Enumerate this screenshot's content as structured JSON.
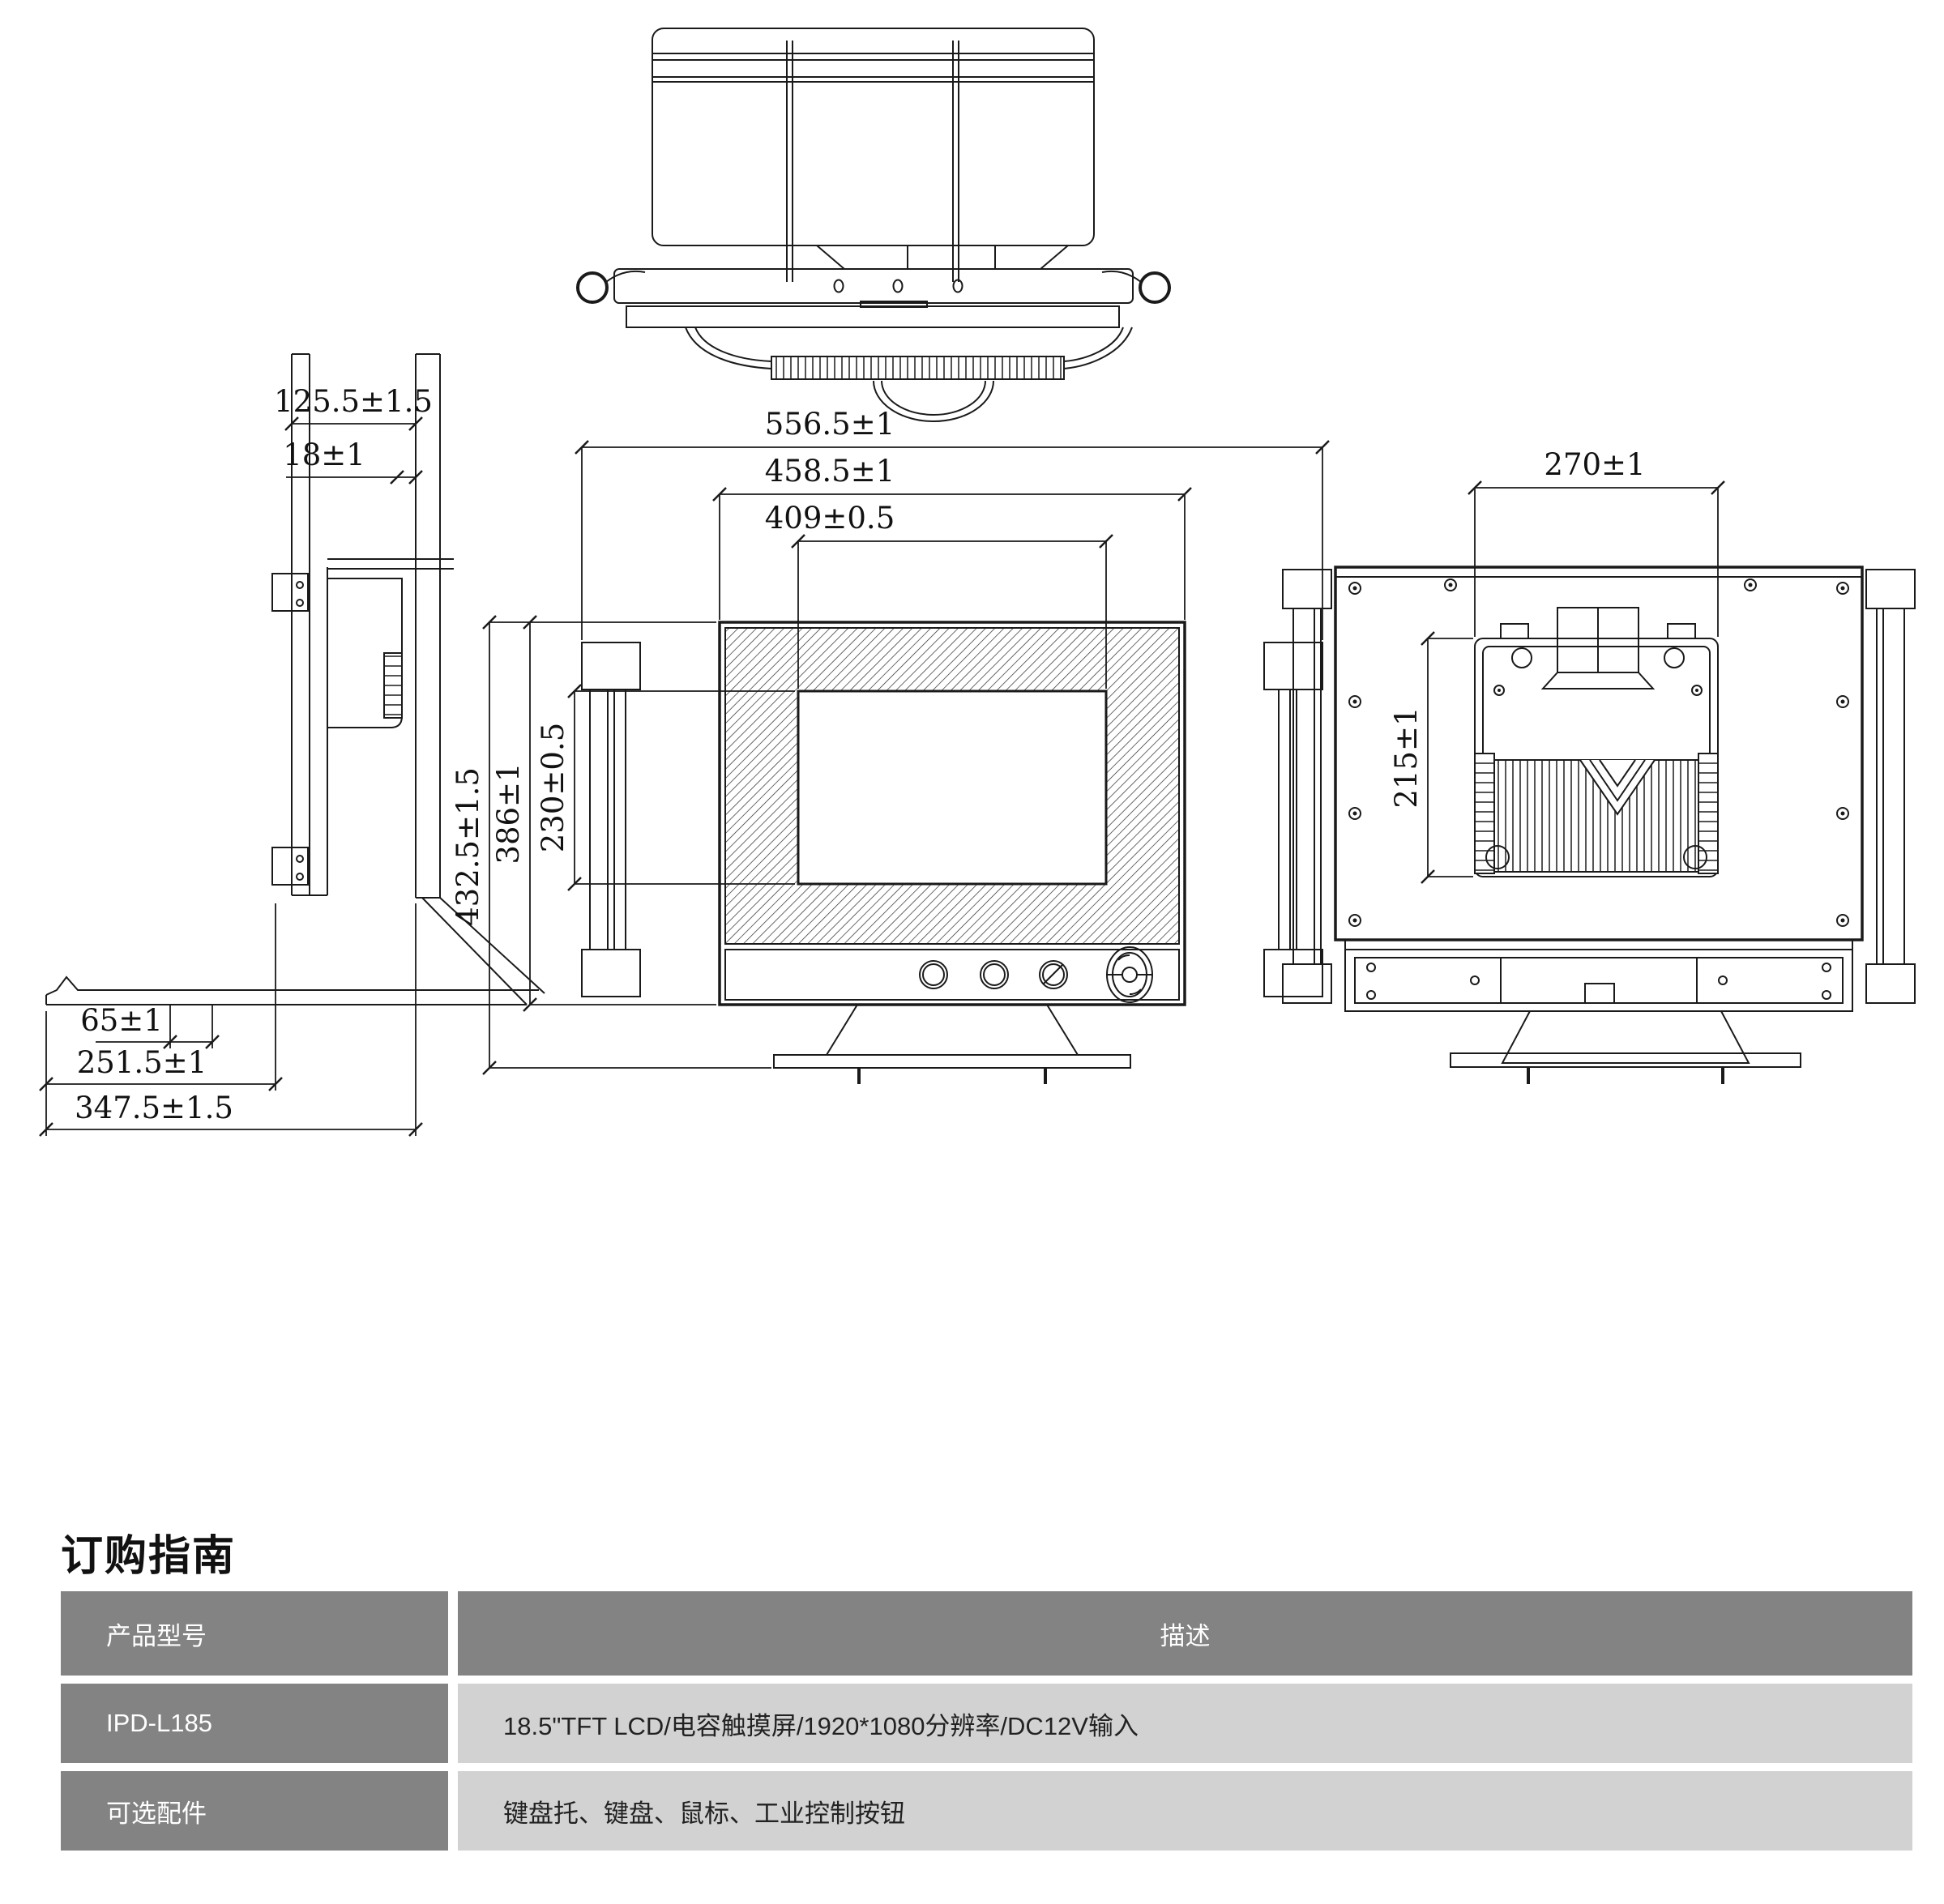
{
  "section_title": "订购指南",
  "diagram": {
    "front_view": {
      "dims": {
        "outer_width": "556.5±1",
        "bracket_width": "458.5±1",
        "screen_width": "409±0.5",
        "total_height": "432.5±1.5",
        "body_height": "386±1",
        "screen_height": "230±0.5"
      }
    },
    "side_view": {
      "dims": {
        "head_depth": "125.5±1.5",
        "panel_offset": "18±1",
        "tray_inset": "65±1",
        "tray_depth": "251.5±1",
        "total_depth": "347.5±1.5"
      }
    },
    "rear_view": {
      "dims": {
        "mount_width": "270±1",
        "mount_height": "215±1"
      }
    }
  },
  "order_table": {
    "headers": {
      "model": "产品型号",
      "description": "描述"
    },
    "rows": [
      {
        "model": "IPD-L185",
        "description": "18.5\"TFT LCD/电容触摸屏/1920*1080分辨率/DC12V输入"
      },
      {
        "model": "可选配件",
        "description": "键盘托、键盘、鼠标、工业控制按钮"
      }
    ]
  },
  "colors": {
    "line": "#1a1a1a",
    "table_header_bg": "#838383",
    "table_desc_bg": "#d2d2d2",
    "table_header_text": "#ffffff"
  }
}
